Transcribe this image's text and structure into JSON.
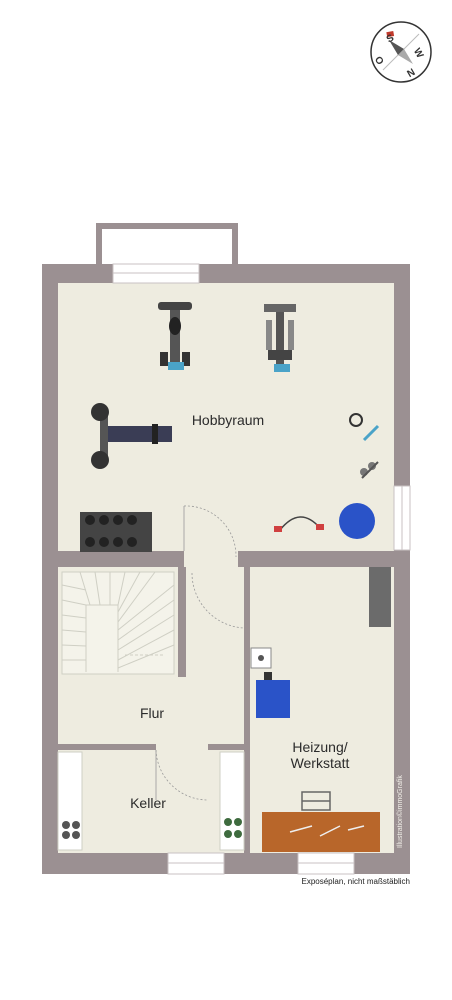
{
  "rooms": {
    "hobbyraum": "Hobbyraum",
    "flur": "Flur",
    "keller": "Keller",
    "heizung_line1": "Heizung/",
    "heizung_line2": "Werkstatt"
  },
  "footer_note": "Exposéplan, nicht maßstäblich",
  "credit": "Illustration©immoGrafik",
  "compass": {
    "n": "N",
    "o": "O",
    "s": "S",
    "w": "W"
  },
  "colors": {
    "wall": "#9b9092",
    "floor": "#eeece0",
    "window": "#ffffff",
    "accent_blue": "#2a53c8",
    "workbench": "#b8662a"
  }
}
